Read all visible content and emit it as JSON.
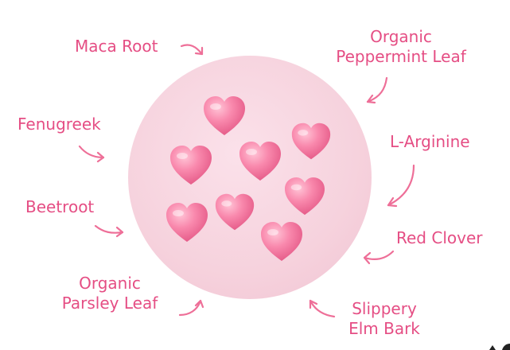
{
  "colors": {
    "label": "#e54e84",
    "arrow": "#ee6f98",
    "plate": "#f6d2dd",
    "heart": "#f27aa1"
  },
  "ingredients": {
    "maca_root": {
      "line1": "Maca Root"
    },
    "organic_peppermint_leaf": {
      "line1": "Organic",
      "line2": "Peppermint Leaf"
    },
    "fenugreek": {
      "line1": "Fenugreek"
    },
    "l_arginine": {
      "line1": "L-Arginine"
    },
    "beetroot": {
      "line1": "Beetroot"
    },
    "red_clover": {
      "line1": "Red Clover"
    },
    "organic_parsley_leaf": {
      "line1": "Organic",
      "line2": "Parsley Leaf"
    },
    "slippery_elm_bark": {
      "line1": "Slippery",
      "line2": "Elm Bark"
    }
  },
  "gummies": {
    "count": 8,
    "shape": "heart-icon"
  }
}
